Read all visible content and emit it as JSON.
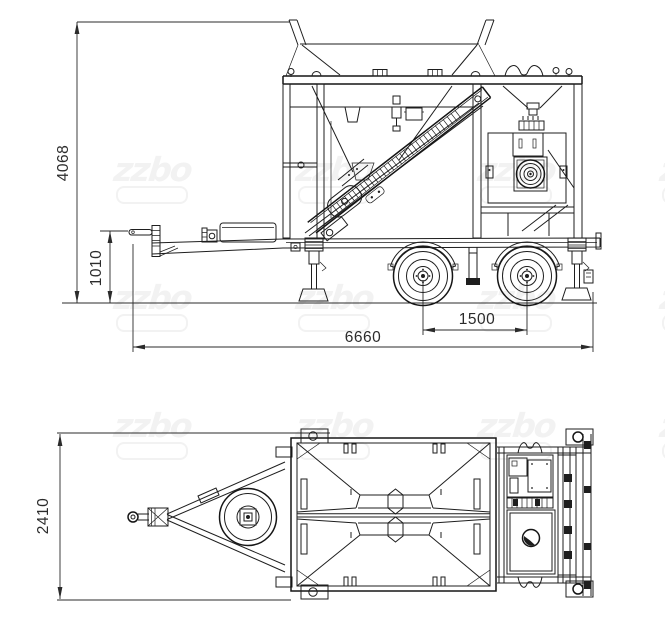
{
  "watermark": {
    "text": "zzbo",
    "color": "#f2f2f2"
  },
  "colors": {
    "background": "#ffffff",
    "line": "#1e1e1e",
    "dimension": "#2b2b2b"
  },
  "side_view": {
    "dimensions": {
      "overall_height": "4068",
      "hitch_height": "1010",
      "overall_length": "6660",
      "axle_spacing": "1500"
    }
  },
  "top_view": {
    "dimensions": {
      "overall_width": "2410"
    }
  }
}
